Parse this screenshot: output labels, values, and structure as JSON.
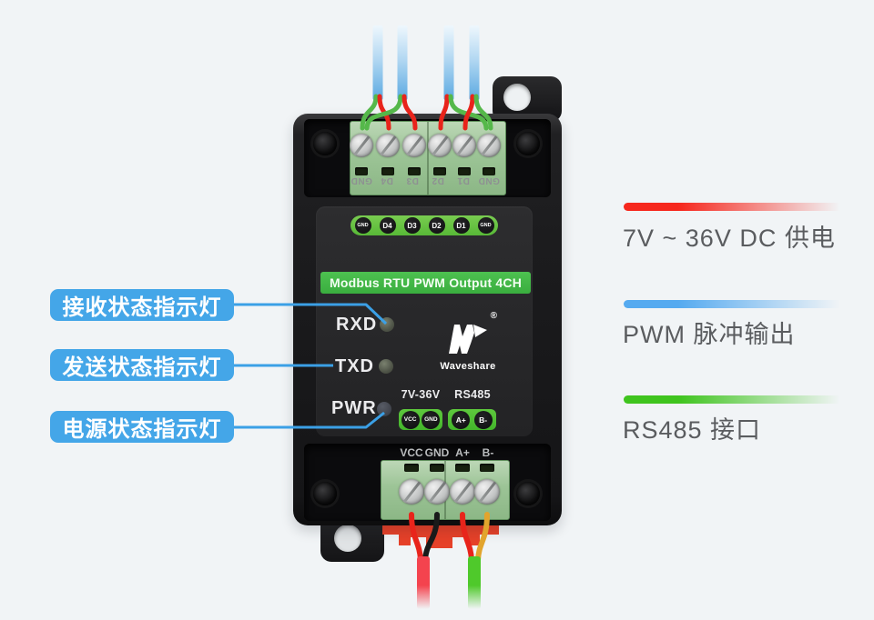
{
  "device": {
    "title": "Modbus RTU PWM Output 4CH",
    "brand": {
      "registered": "®",
      "name": "Waveshare"
    },
    "top_terminal_labels": [
      "GND",
      "D4",
      "D3",
      "D2",
      "D1",
      "GND"
    ],
    "dot_labels": [
      "GND",
      "D4",
      "D3",
      "D2",
      "D1",
      "GND"
    ],
    "led_labels": [
      "RXD",
      "TXD",
      "PWR"
    ],
    "power_header": "7V-36V",
    "rs485_header": "RS485",
    "power_pins": [
      "VCC",
      "GND"
    ],
    "rs485_pins": [
      "A+",
      "B-"
    ],
    "bottom_terminal_labels": [
      "VCC",
      "GND",
      "A+",
      "B-"
    ]
  },
  "left_callouts": [
    "接收状态指示灯",
    "发送状态指示灯",
    "电源状态指示灯"
  ],
  "right_features": [
    {
      "label": "7V ~ 36V DC 供电",
      "bar_color": "#f6271d"
    },
    {
      "label": "PWM 脉冲输出",
      "bar_color": "#55aaf0"
    },
    {
      "label": "RS485 接口",
      "bar_color": "#3fc41e"
    }
  ],
  "colors": {
    "background": "#f1f4f6",
    "callout_blue": "#44a6e8",
    "leader_line_blue": "#3ba0e6",
    "terminal_green": "#9cc496",
    "label_green": "#43b545",
    "wire_red": "#e8241b",
    "wire_green": "#55b84a",
    "wire_black": "#1a1a1a",
    "wire_yellow": "#e2a42d",
    "cable_red": "#f4434e",
    "cable_green": "#4fc92b",
    "wire_blue": "#5ba9e1"
  }
}
